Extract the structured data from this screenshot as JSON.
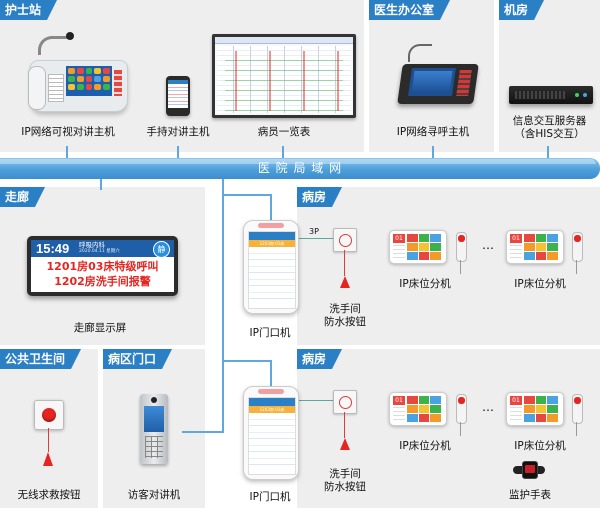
{
  "sections": {
    "nurse_station": "护士站",
    "doctor_office": "医生办公室",
    "server_room": "机房",
    "corridor": "走廊",
    "ward_top": "病房",
    "public_toilet": "公共卫生间",
    "ward_entrance": "病区门口",
    "ward_bottom": "病房"
  },
  "network": {
    "label": "医 院 局 域 网"
  },
  "devices": {
    "ip_visual_host": "IP网络可视对讲主机",
    "handheld_host": "手持对讲主机",
    "patient_list": "病员一览表",
    "ip_call_host": "IP网络寻呼主机",
    "server": "信息交互服务器",
    "server_sub": "（含HIS交互）",
    "corridor_screen": "走廊显示屏",
    "door_unit_top": "IP门口机",
    "toilet_button_top_1": "洗手间",
    "toilet_button_top_2": "防水按钮",
    "bed_unit_top_a": "IP床位分机",
    "bed_unit_top_b": "IP床位分机",
    "wireless_button": "无线求救按钮",
    "visitor_intercom": "访客对讲机",
    "door_unit_bottom": "IP门口机",
    "toilet_button_bottom_1": "洗手间",
    "toilet_button_bottom_2": "防水按钮",
    "bed_unit_bottom_a": "IP床位分机",
    "bed_unit_bottom_b": "IP床位分机",
    "watch": "监护手表"
  },
  "cable_label": "3P",
  "dots": "…",
  "display": {
    "time": "15:49",
    "dept": "呼吸内科",
    "date": "2020.04.11 星期六",
    "mode": "静",
    "line1": "1201房03床特级呼叫",
    "line2": "1202房洗手间报警"
  },
  "bed_screen": {
    "bed_no": "01",
    "bed_no_b": "01",
    "room": "1203房-01床"
  },
  "colors": {
    "accent": "#2a7fc5",
    "bus": "#5fa8df",
    "panel_bg": "#eeeeee",
    "alarm_red": "#e52521"
  }
}
